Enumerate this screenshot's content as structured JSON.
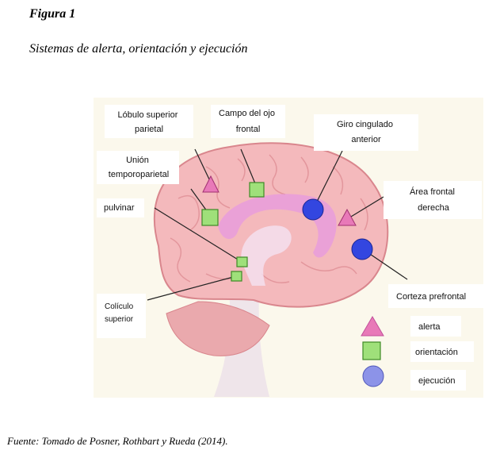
{
  "figure": {
    "number": "Figura 1",
    "title": "Sistemas de alerta, orientación y ejecución",
    "source": "Fuente: Tomado de Posner, Rothbart y  Rueda (2014)."
  },
  "labels": {
    "lobulo": [
      "Lóbulo superior",
      "parietal"
    ],
    "campo": [
      "Campo del ojo",
      "frontal"
    ],
    "giro": [
      "Giro cingulado",
      "anterior"
    ],
    "union": [
      "Unión",
      "temporoparietal"
    ],
    "pulvinar": [
      "pulvinar"
    ],
    "area": [
      "Área frontal",
      "derecha"
    ],
    "coliculo": [
      "Colículo",
      "superior"
    ],
    "corteza": [
      "Corteza prefrontal"
    ]
  },
  "legend": [
    {
      "shape": "triangle",
      "label": "alerta",
      "color": "#e879b8"
    },
    {
      "shape": "square",
      "label": "orientación",
      "color": "#9fe07a"
    },
    {
      "shape": "circle",
      "label": "ejecución",
      "color": "#8c93e8"
    }
  ],
  "colors": {
    "brain": "#f4b9bc",
    "brain_outline": "#d9868d",
    "cingulate": "#e79ae0",
    "alerta": "#e879b8",
    "orientacion": "#9fe07a",
    "ejecucion": "#3346e0"
  }
}
